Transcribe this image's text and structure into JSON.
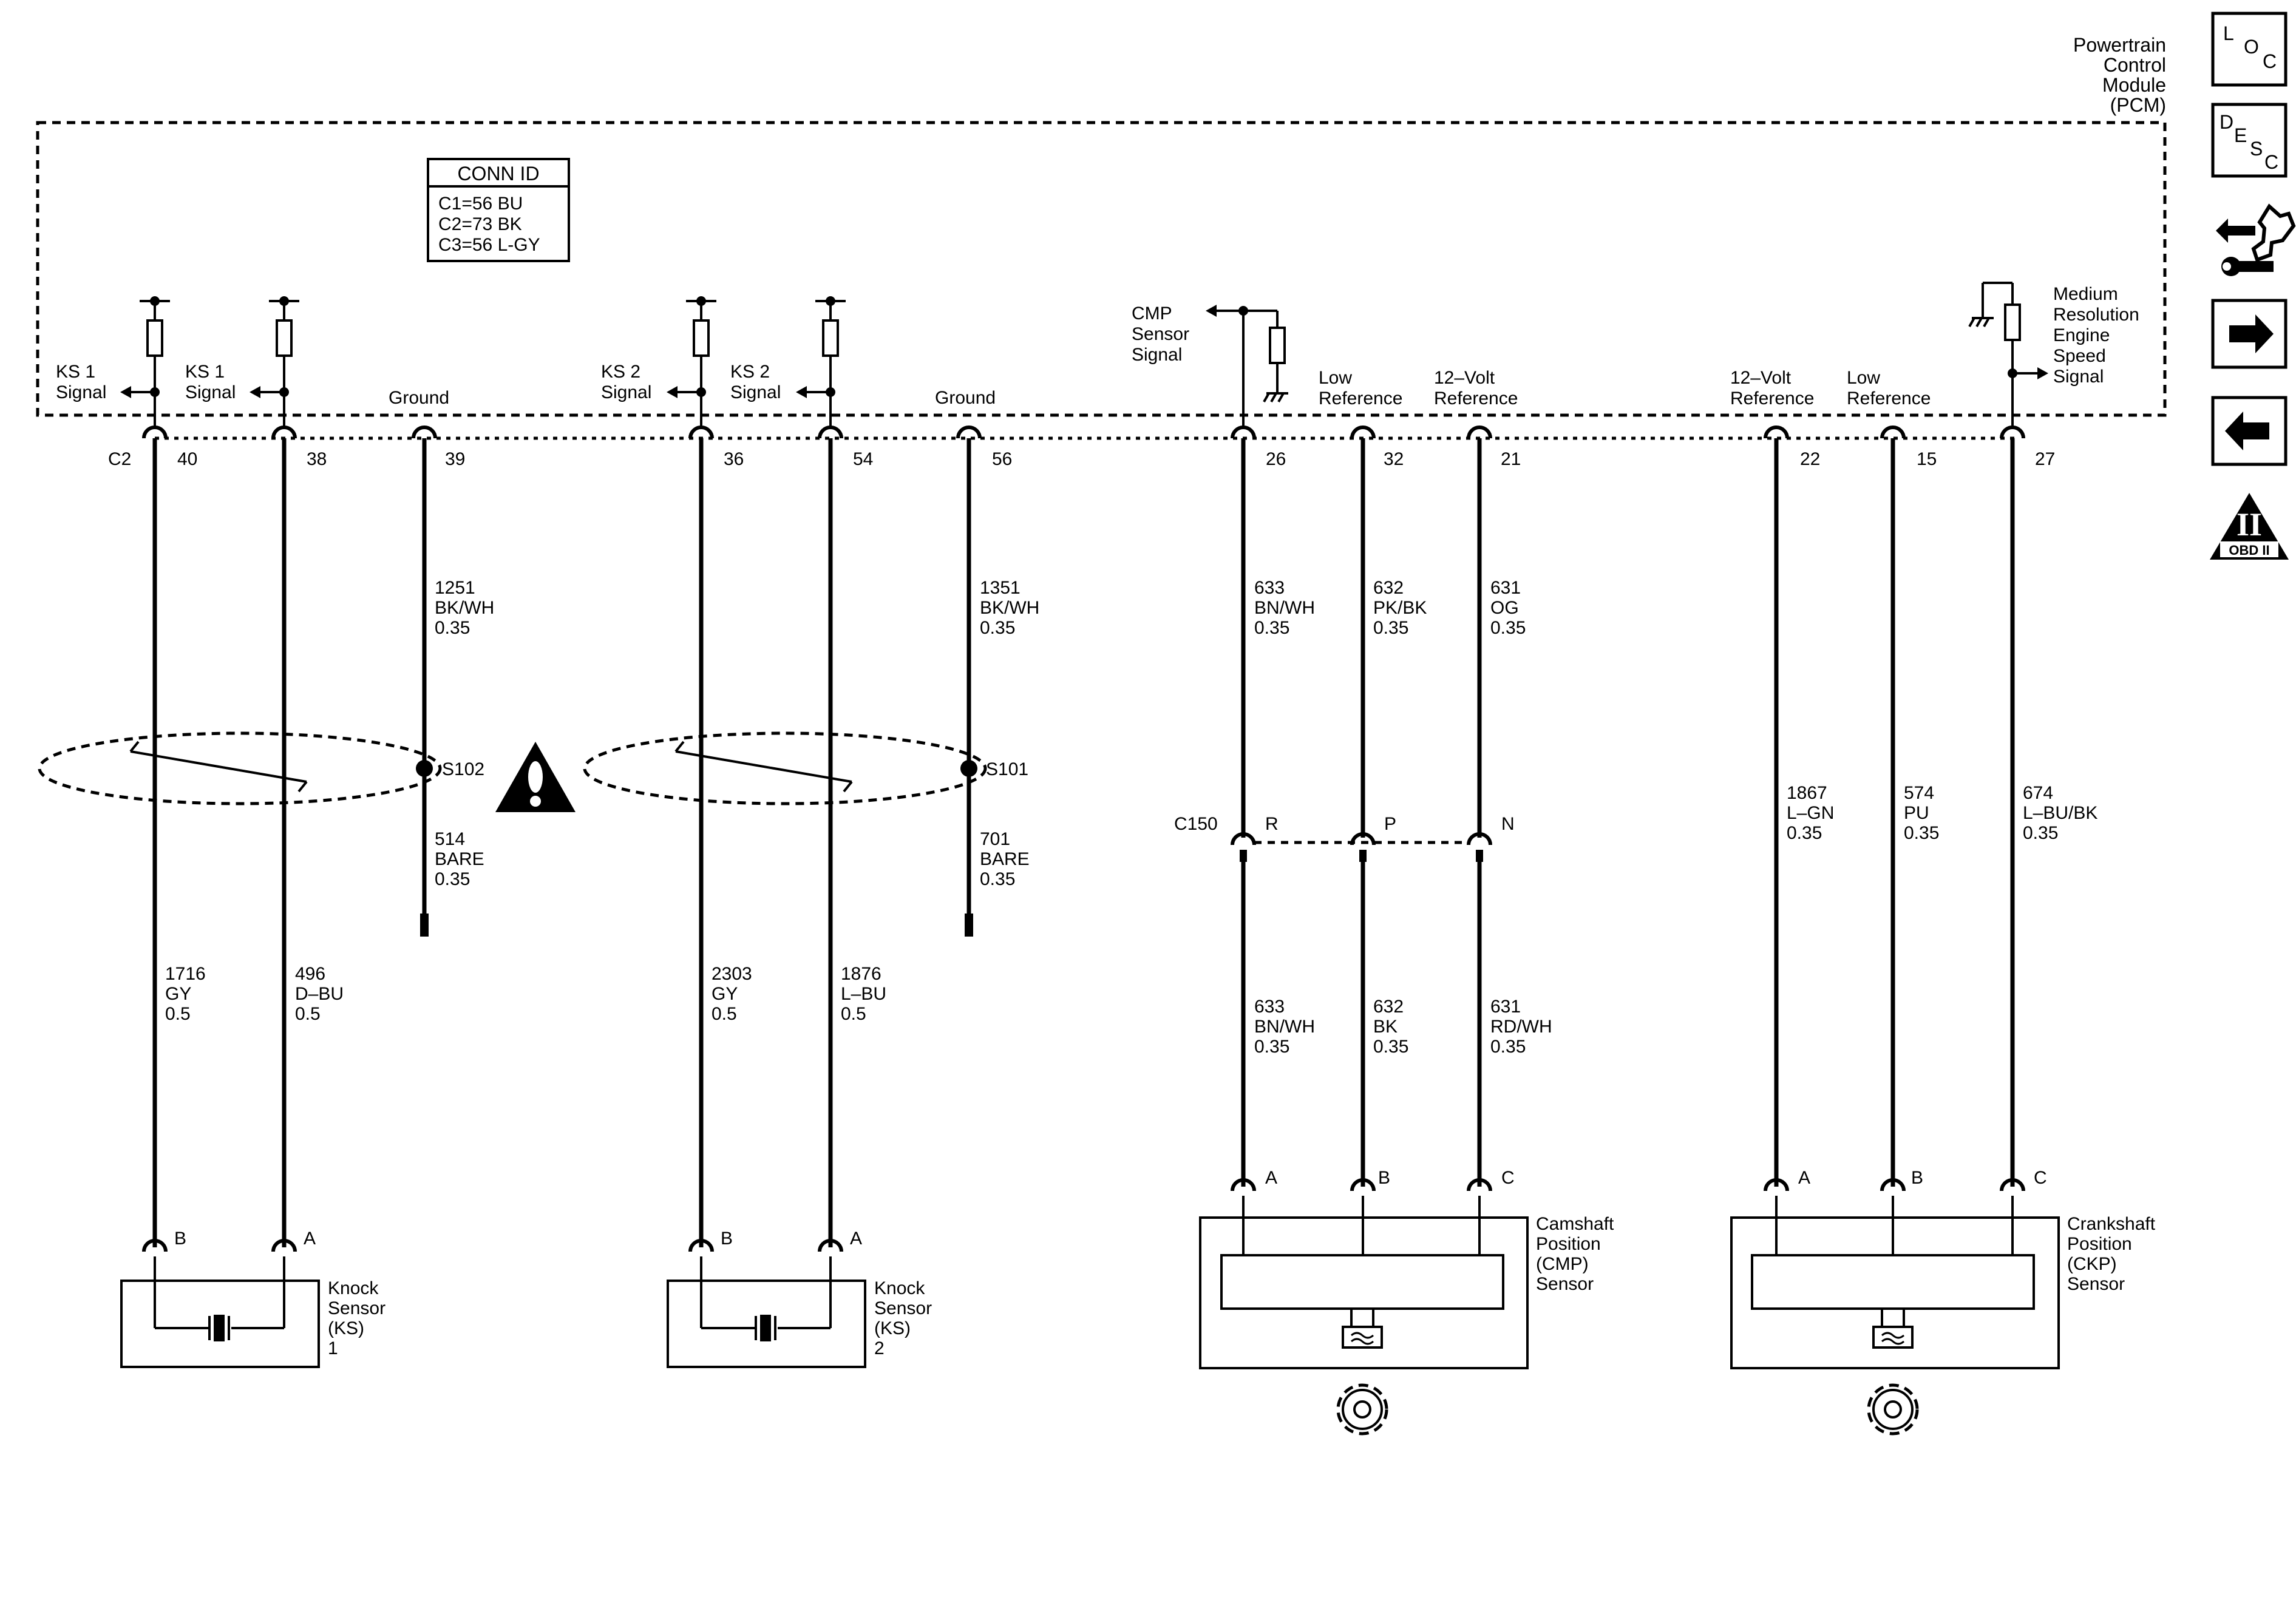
{
  "pcm": {
    "label_lines": [
      "Powertrain",
      "Control",
      "Module",
      "(PCM)"
    ]
  },
  "conn_id": {
    "title": "CONN ID",
    "lines": [
      "C1=56 BU",
      "C2=73 BK",
      "C3=56 L-GY"
    ]
  },
  "connector_pcm": "C2",
  "connector_inline": "C150",
  "pins": {
    "p40": "40",
    "p38": "38",
    "p39": "39",
    "p36": "36",
    "p54": "54",
    "p56": "56",
    "p26": "26",
    "p32": "32",
    "p21": "21",
    "p22": "22",
    "p15": "15",
    "p27": "27"
  },
  "pcm_labels": {
    "ks1_signal_a": [
      "KS 1",
      "Signal"
    ],
    "ks1_signal_b": [
      "KS 1",
      "Signal"
    ],
    "ground_1": "Ground",
    "ks2_signal_a": [
      "KS 2",
      "Signal"
    ],
    "ks2_signal_b": [
      "KS 2",
      "Signal"
    ],
    "ground_2": "Ground",
    "cmp_signal": [
      "CMP",
      "Sensor",
      "Signal"
    ],
    "cmp_low_ref": [
      "Low",
      "Reference"
    ],
    "cmp_12v_ref": [
      "12–Volt",
      "Reference"
    ],
    "ckp_12v_ref": [
      "12–Volt",
      "Reference"
    ],
    "ckp_low_ref": [
      "Low",
      "Reference"
    ],
    "engine_speed": [
      "Medium",
      "Resolution",
      "Engine",
      "Speed",
      "Signal"
    ]
  },
  "wires": {
    "w1251": [
      "1251",
      "BK/WH",
      "0.35"
    ],
    "w1351": [
      "1351",
      "BK/WH",
      "0.35"
    ],
    "w514": [
      "514",
      "BARE",
      "0.35"
    ],
    "w701": [
      "701",
      "BARE",
      "0.35"
    ],
    "w1716": [
      "1716",
      "GY",
      "0.5"
    ],
    "w496": [
      "496",
      "D–BU",
      "0.5"
    ],
    "w2303": [
      "2303",
      "GY",
      "0.5"
    ],
    "w1876": [
      "1876",
      "L–BU",
      "0.5"
    ],
    "w633a": [
      "633",
      "BN/WH",
      "0.35"
    ],
    "w632a": [
      "632",
      "PK/BK",
      "0.35"
    ],
    "w631a": [
      "631",
      "OG",
      "0.35"
    ],
    "w633b": [
      "633",
      "BN/WH",
      "0.35"
    ],
    "w632b": [
      "632",
      "BK",
      "0.35"
    ],
    "w631b": [
      "631",
      "RD/WH",
      "0.35"
    ],
    "w1867": [
      "1867",
      "L–GN",
      "0.35"
    ],
    "w574": [
      "574",
      "PU",
      "0.35"
    ],
    "w674": [
      "674",
      "L–BU/BK",
      "0.35"
    ]
  },
  "splices": {
    "s102": "S102",
    "s101": "S101"
  },
  "c150_pins": {
    "r": "R",
    "p": "P",
    "n": "N"
  },
  "sensor_pins": {
    "ks1_b": "B",
    "ks1_a": "A",
    "ks2_b": "B",
    "ks2_a": "A",
    "cmp_a": "A",
    "cmp_b": "B",
    "cmp_c": "C",
    "ckp_a": "A",
    "ckp_b": "B",
    "ckp_c": "C",
    "cmp_top_a": "A",
    "cmp_top_b": "B",
    "cmp_top_c": "C",
    "ckp_top_a": "A",
    "ckp_top_b": "B",
    "ckp_top_c": "C"
  },
  "components": {
    "ks1": [
      "Knock",
      "Sensor",
      "(KS)",
      "1"
    ],
    "ks2": [
      "Knock",
      "Sensor",
      "(KS)",
      "2"
    ],
    "cmp": [
      "Camshaft",
      "Position",
      "(CMP)",
      "Sensor"
    ],
    "ckp": [
      "Crankshaft",
      "Position",
      "(CKP)",
      "Sensor"
    ]
  },
  "nav_icons": {
    "loc": [
      "L",
      "O",
      "C"
    ],
    "desc": [
      "D",
      "E",
      "S",
      "C"
    ],
    "obd_label": "OBD II",
    "obd_mark": "II",
    "items": [
      "loc-icon",
      "desc-icon",
      "connector-tool-icon",
      "next-arrow-icon",
      "previous-arrow-icon",
      "obd-ii-icon"
    ]
  }
}
